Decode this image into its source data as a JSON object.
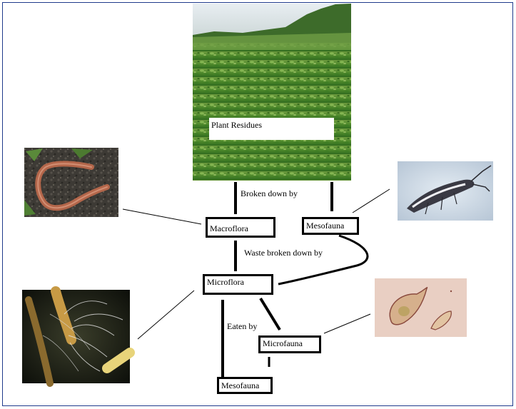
{
  "diagram": {
    "plant_label": "Plant Residues",
    "edge_broken_down_by": "Broken down by",
    "edge_waste_broken_down_by": "Waste broken down by",
    "edge_eaten_by": "Eaten by",
    "node_macroflora": "Macroflora",
    "node_mesofauna_top": "Mesofauna",
    "node_microflora": "Microflora",
    "node_microfauna": "Microfauna",
    "node_mesofauna_bottom": "Mesofauna"
  },
  "images": {
    "plant": "field-of-green-plants",
    "earthworm": "earthworm-on-soil",
    "springtail": "springtail-insect",
    "fungal_hyphae": "fungal-hyphae-on-roots",
    "protozoa": "protozoa-cells"
  },
  "colors": {
    "frame": "#1f3b8c",
    "lines": "#000000"
  }
}
